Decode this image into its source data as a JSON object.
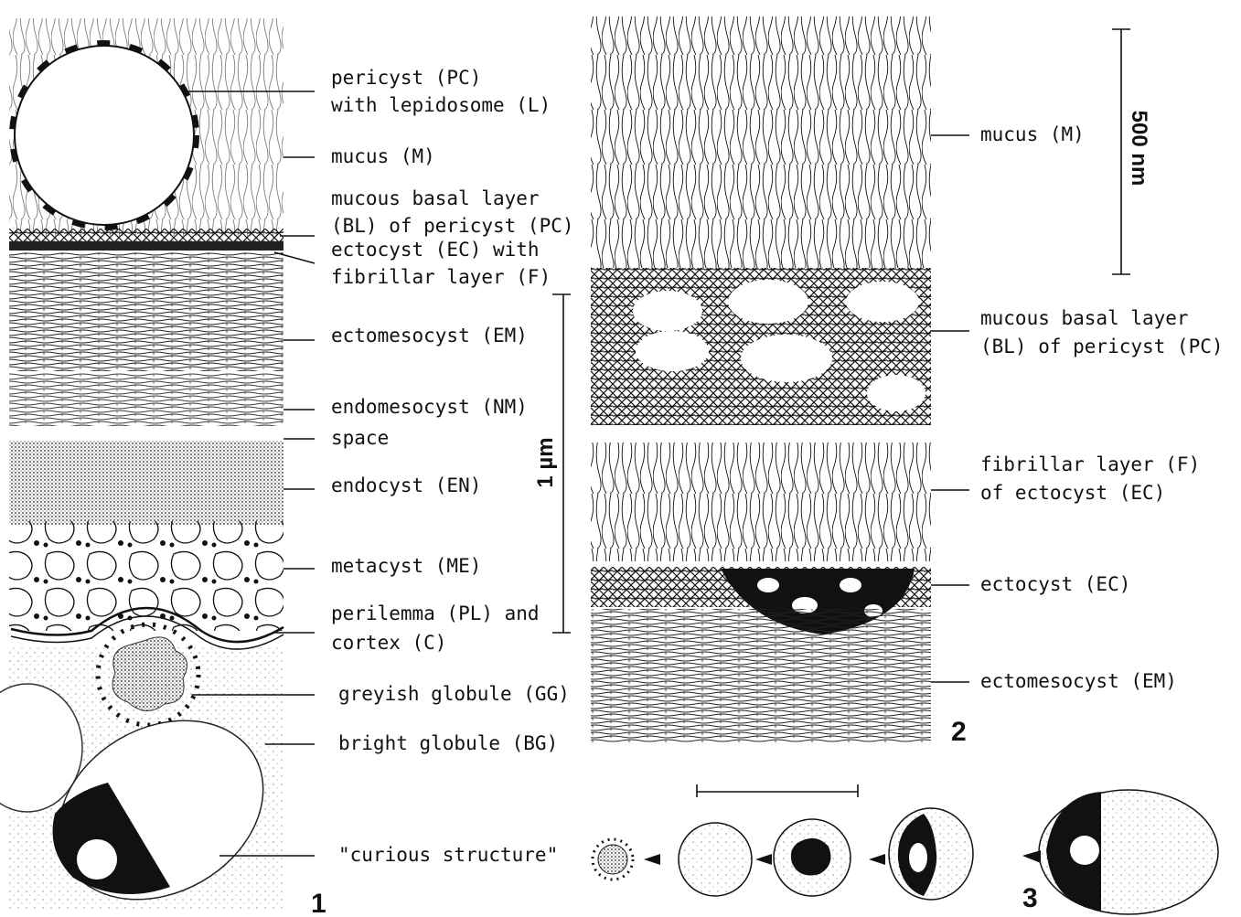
{
  "panel_numbers": {
    "p1": "1",
    "p2": "2",
    "p3": "3"
  },
  "panel1": {
    "labels": {
      "pericyst_1": "pericyst (PC)",
      "pericyst_2": "with lepidosome (L)",
      "mucus": "mucus (M)",
      "basal_1": "mucous basal layer",
      "basal_2": "(BL) of pericyst (PC)",
      "ectocyst_1": "ectocyst (EC) with",
      "ectocyst_2": "fibrillar layer (F)",
      "ectomesocyst": "ectomesocyst (EM)",
      "endomesocyst": "endomesocyst (NM)",
      "space": "space",
      "endocyst": "endocyst (EN)",
      "metacyst": "metacyst (ME)",
      "perilemma_1": "perilemma (PL) and",
      "perilemma_2": "cortex (C)",
      "greyish": "greyish globule (GG)",
      "bright": "bright globule (BG)",
      "curious": "\"curious structure\""
    }
  },
  "panel2": {
    "labels": {
      "mucus": "mucus (M)",
      "basal_1": "mucous basal layer",
      "basal_2": "(BL) of pericyst (PC)",
      "fibrillar_1": "fibrillar layer (F)",
      "fibrillar_2": "of ectocyst (EC)",
      "ectocyst": "ectocyst (EC)",
      "ectomesocyst": "ectomesocyst (EM)"
    }
  },
  "scale_bars": {
    "nm500": "500 nm",
    "um1": "1 µm"
  }
}
